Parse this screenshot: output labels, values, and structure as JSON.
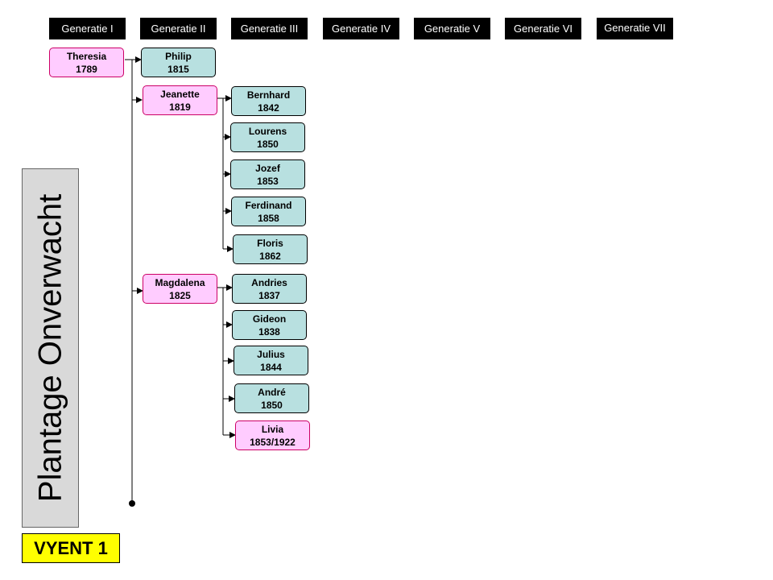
{
  "generations": [
    "Generatie  I",
    "Generatie  II",
    "Generatie  III",
    "Generatie  IV",
    "Generatie  V",
    "Generatie  VI",
    "Generatie  VII"
  ],
  "people": {
    "theresia": {
      "name": "Theresia",
      "year": "1789",
      "sex": "f"
    },
    "philip": {
      "name": "Philip",
      "year": "1815",
      "sex": "m"
    },
    "jeanette": {
      "name": "Jeanette",
      "year": "1819",
      "sex": "f"
    },
    "magdalena": {
      "name": "Magdalena",
      "year": "1825",
      "sex": "f"
    },
    "bernhard": {
      "name": "Bernhard",
      "year": "1842",
      "sex": "m"
    },
    "lourens": {
      "name": "Lourens",
      "year": "1850",
      "sex": "m"
    },
    "jozef": {
      "name": "Jozef",
      "year": "1853",
      "sex": "m"
    },
    "ferdinand": {
      "name": "Ferdinand",
      "year": "1858",
      "sex": "m"
    },
    "floris": {
      "name": "Floris",
      "year": "1862",
      "sex": "m"
    },
    "andries": {
      "name": "Andries",
      "year": "1837",
      "sex": "m"
    },
    "gideon": {
      "name": "Gideon",
      "year": "1838",
      "sex": "m"
    },
    "julius": {
      "name": "Julius",
      "year": "1844",
      "sex": "m"
    },
    "andre": {
      "name": "André",
      "year": "1850",
      "sex": "m"
    },
    "livia": {
      "name": "Livia",
      "year": "1853/1922",
      "sex": "f"
    }
  },
  "sidebar_title": "Plantage Onverwacht",
  "label": "VYENT 1",
  "colors": {
    "female": "#ffccff",
    "male": "#b8e0e0",
    "header": "#000000",
    "label": "#ffff00",
    "sidebar": "#d9d9d9"
  }
}
